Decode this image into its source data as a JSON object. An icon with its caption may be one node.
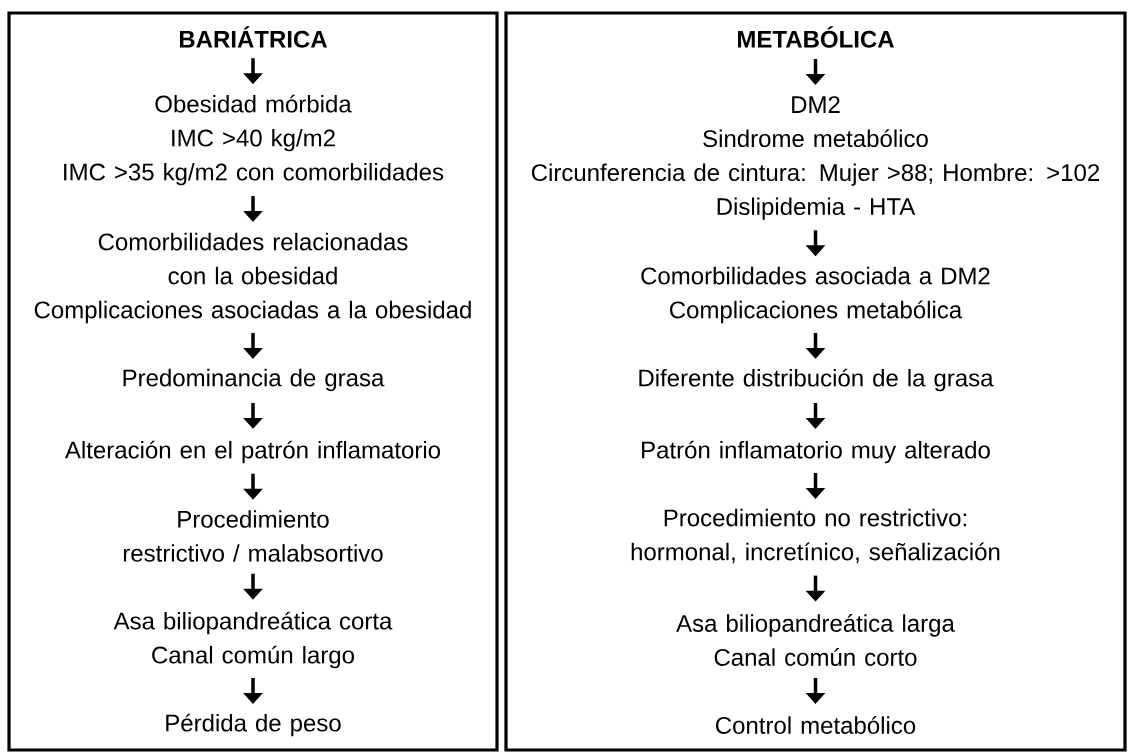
{
  "diagram": {
    "nodes": [
      {
        "text": [],
        "shape": "box"
      },
      {
        "text": [
          "BARIÁTRICA"
        ],
        "in": 0
      },
      {
        "text": [
          "Obesidad mórbida",
          "IMC >40 kg/m2",
          "IMC >35 kg/m2 con comorbilidades"
        ],
        "in": 0
      },
      {
        "text": [
          "Comorbilidades relacionadas con la obesidad",
          "Complicaciones asociadas a la obesidad"
        ],
        "in": 0
      },
      {
        "text": [
          "Predominancia de grasa"
        ],
        "in": 0
      },
      {
        "text": [
          "Alteración en el patrón inflamatorio"
        ],
        "in": 0
      },
      {
        "text": [
          "Procedimiento restrictivo / malabsortivo"
        ],
        "in": 0
      },
      {
        "text": [
          "Asa biliopandreática corta",
          "Canal común largo"
        ],
        "in": 0
      },
      {
        "text": [
          "Pérdida de peso"
        ],
        "in": 0
      },
      {
        "text": [],
        "shape": "box"
      },
      {
        "text": [
          "METABÓLICA"
        ],
        "in": 9
      },
      {
        "text": [
          "DM2",
          "Sindrome metabólico",
          "Circunferencia de cintura: Mujer >88; Hombre: >102",
          "Dislipidemia - HTA"
        ],
        "in": 9
      },
      {
        "text": [
          "Comorbilidades asociada a DM2",
          "Complicaciones metabólica"
        ],
        "in": 9
      },
      {
        "text": [
          "Diferente distribución de la grasa"
        ],
        "in": 9
      },
      {
        "text": [
          "Patrón inflamatorio muy alterado"
        ],
        "in": 9
      },
      {
        "text": [
          "Procedimiento no restrictivo: hormonal, incretínico, señalización"
        ],
        "in": 9
      },
      {
        "text": [
          "Asa biliopandreática larga",
          "Canal común corto"
        ],
        "in": 9
      },
      {
        "text": [
          "Control metabólico"
        ],
        "in": 9
      }
    ],
    "edges": [
      {
        "from": 1,
        "to": 2,
        "arrow": "to"
      },
      {
        "from": 2,
        "to": 3,
        "arrow": "to"
      },
      {
        "from": 3,
        "to": 4,
        "arrow": "to"
      },
      {
        "from": 4,
        "to": 5,
        "arrow": "to"
      },
      {
        "from": 5,
        "to": 6,
        "arrow": "to"
      },
      {
        "from": 6,
        "to": 7,
        "arrow": "to"
      },
      {
        "from": 7,
        "to": 8,
        "arrow": "to"
      },
      {
        "from": 10,
        "to": 11,
        "arrow": "to"
      },
      {
        "from": 11,
        "to": 12,
        "arrow": "to"
      },
      {
        "from": 12,
        "to": 13,
        "arrow": "to"
      },
      {
        "from": 13,
        "to": 14,
        "arrow": "to"
      },
      {
        "from": 14,
        "to": 15,
        "arrow": "to"
      },
      {
        "from": 15,
        "to": 16,
        "arrow": "to"
      },
      {
        "from": 16,
        "to": 17,
        "arrow": "to"
      }
    ]
  }
}
